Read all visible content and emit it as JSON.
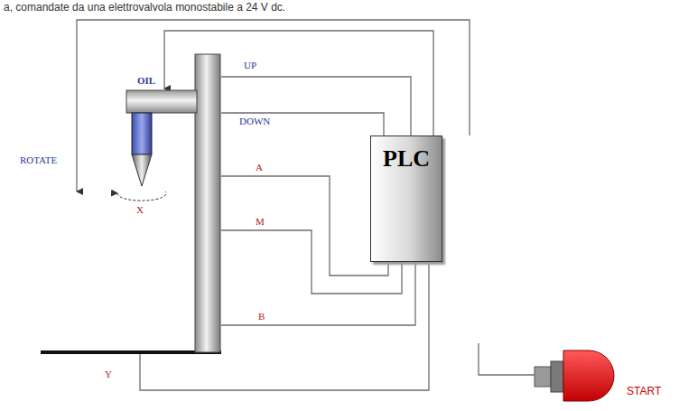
{
  "diagram": {
    "nodes": [
      {
        "text": [
          "PLC"
        ]
      },
      {
        "text": [
          "START"
        ]
      }
    ],
    "labels": [
      "a, comandate da una elettrovalvola monostabile a 24 V dc.",
      "OIL",
      "UP",
      "DOWN",
      "ROTATE",
      "A",
      "M",
      "B",
      "X",
      "Y"
    ]
  }
}
